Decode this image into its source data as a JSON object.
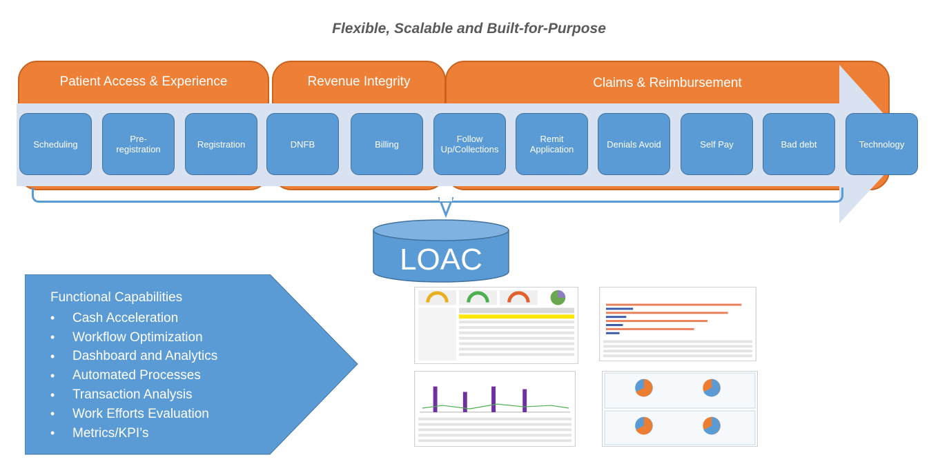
{
  "title": "Flexible, Scalable and Built-for-Purpose",
  "phases": [
    {
      "label": "Patient Access & Experience"
    },
    {
      "label": "Revenue Integrity"
    },
    {
      "label": "Claims & Reimbursement"
    }
  ],
  "steps": [
    {
      "label": "Scheduling"
    },
    {
      "label": "Pre-\nregistration"
    },
    {
      "label": "Registration"
    },
    {
      "label": "DNFB"
    },
    {
      "label": "Billing"
    },
    {
      "label": "Follow\nUp/Collections"
    },
    {
      "label": "Remit\nApplication"
    },
    {
      "label": "Denials Avoid"
    },
    {
      "label": "Self Pay"
    },
    {
      "label": "Bad debt"
    },
    {
      "label": "Technology"
    }
  ],
  "database": {
    "label": "LOAC"
  },
  "capabilities": {
    "title": "Functional Capabilities",
    "bullet": "•",
    "items": [
      "Cash Acceleration",
      "Workflow Optimization",
      "Dashboard and Analytics",
      "Automated Processes",
      "Transaction Analysis",
      "Work Efforts Evaluation",
      "Metrics/KPI’s"
    ]
  },
  "colors": {
    "orange": "#ee7f36",
    "blue": "#5b9bd5",
    "band": "#d9e2f0",
    "title": "#5a5a5a"
  }
}
